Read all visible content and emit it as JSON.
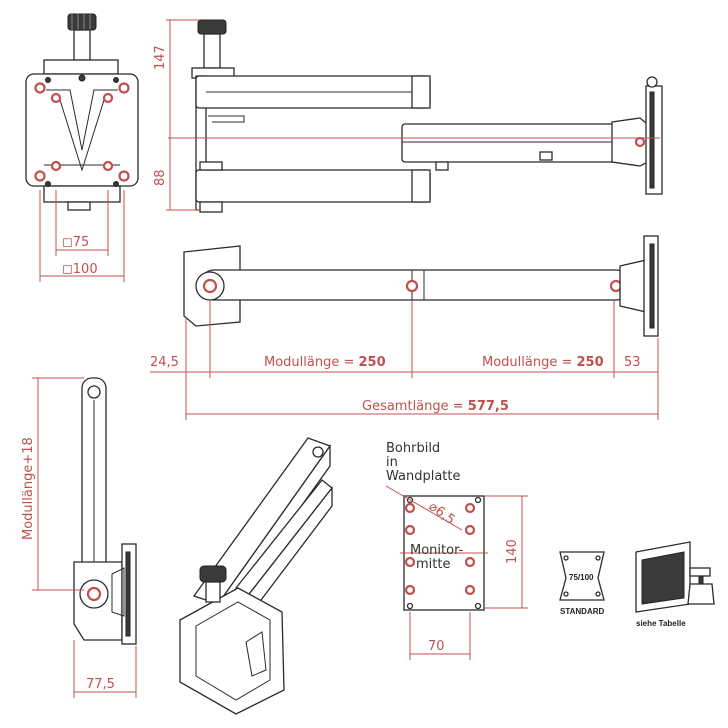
{
  "dimensions": {
    "front_height_top": "147",
    "front_height_bottom": "88",
    "vesa_75": "◻75",
    "vesa_100": "◻100",
    "offset_left": "24,5",
    "module_length_1": "Modullänge = ",
    "module_length_1_value": "250",
    "module_length_2": "Modullänge = ",
    "module_length_2_value": "250",
    "offset_right": "53",
    "total_length": "Gesamtlänge = ",
    "total_length_value": "577,5",
    "side_height": "Modullänge+18",
    "side_depth": "77,5",
    "hole_pattern_height": "140",
    "hole_pattern_width": "70",
    "hole_diameter": "⌀6,5"
  },
  "wall_plate_note": {
    "line1": "Bohrbild",
    "line2": "in",
    "line3": "Wandplatte",
    "center_label_1": "Monitor-",
    "center_label_2": "mitte"
  },
  "legend": {
    "standard_inside": "75/100",
    "standard_label": "STANDARD",
    "table_label": "siehe Tabelle"
  },
  "colors": {
    "dimension": "#c0504d",
    "line": "#2b2b2b"
  }
}
